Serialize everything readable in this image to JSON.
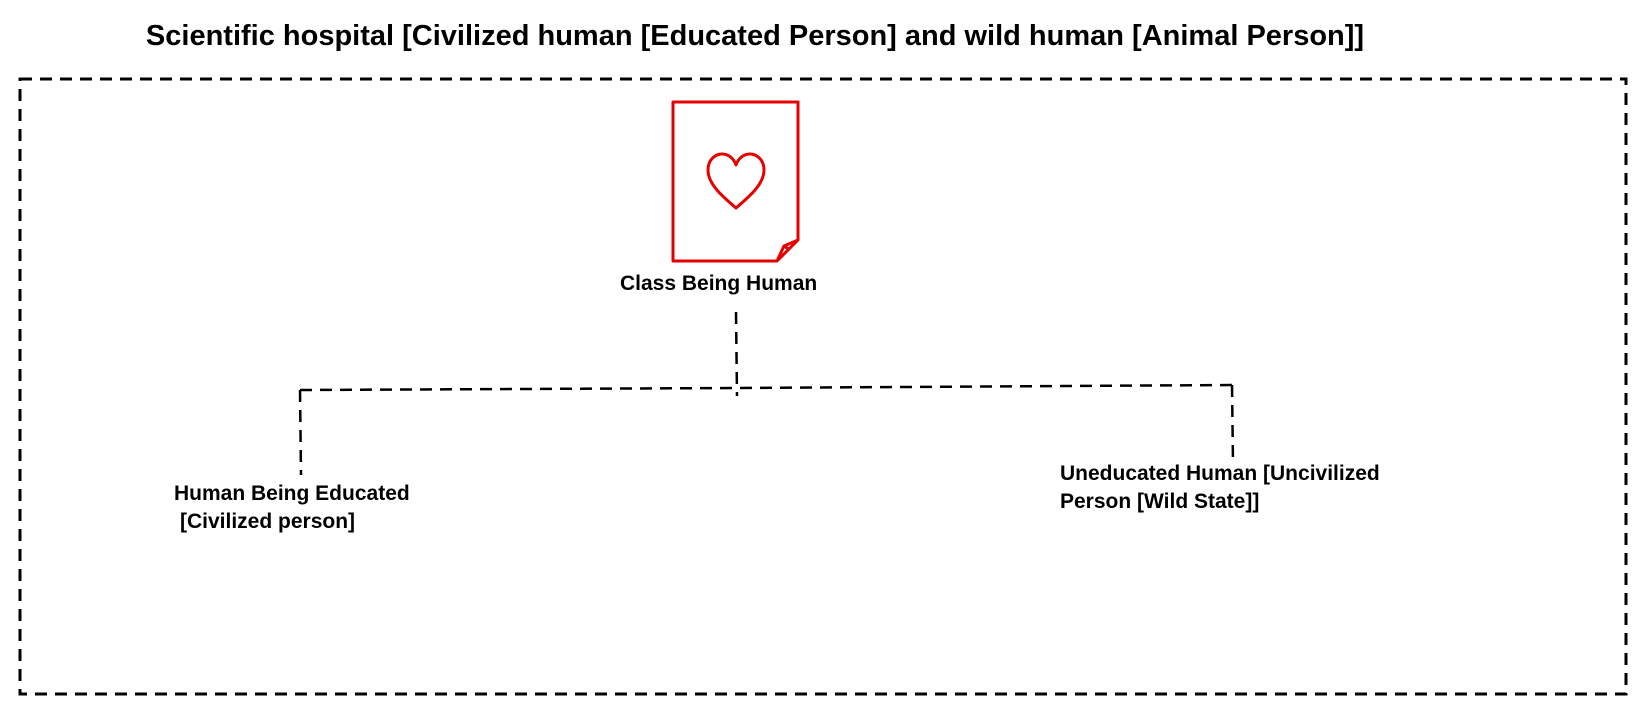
{
  "title": "Scientific hospital [Civilized human [Educated Person] and wild human [Animal Person]]",
  "root": {
    "label": "Class Being Human",
    "icon": "medical-heart-document-icon",
    "icon_color": "#e60000"
  },
  "children": [
    {
      "label_line1": "Human Being Educated",
      "label_line2": "[Civilized person]"
    },
    {
      "label_line1": "Uneducated Human [Uncivilized",
      "label_line2": "Person [Wild State]]"
    }
  ],
  "line_style": "dashed",
  "line_color": "#000000"
}
